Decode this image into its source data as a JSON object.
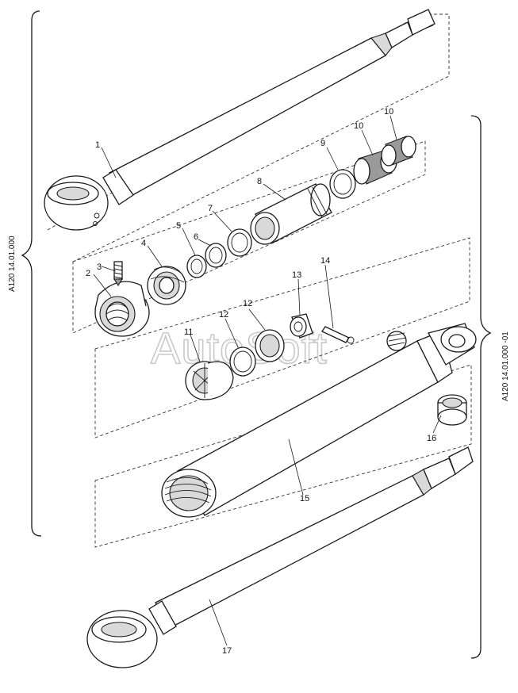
{
  "watermark": "AutoSoft",
  "assembly_labels": {
    "left": "A120 14.01.000",
    "right": "A120 14.01.000 -01"
  },
  "callouts": {
    "p1": "1",
    "p2": "2",
    "p3": "3",
    "p4": "4",
    "p5": "5",
    "p6": "6",
    "p7": "7",
    "p8": "8",
    "p9": "9",
    "p10a": "10",
    "p10b": "10",
    "p11": "11",
    "p12a": "12",
    "p12b": "12",
    "p13": "13",
    "p14": "14",
    "p15": "15",
    "p16": "16",
    "p17": "17"
  }
}
